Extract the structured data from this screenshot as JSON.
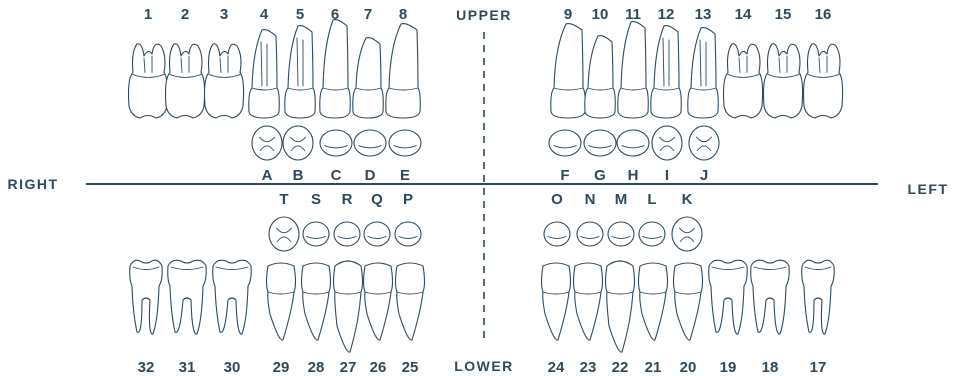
{
  "labels": {
    "upper": "UPPER",
    "lower": "LOWER",
    "right": "RIGHT",
    "left": "LEFT"
  },
  "upper_permanent": [
    "1",
    "2",
    "3",
    "4",
    "5",
    "6",
    "7",
    "8",
    "9",
    "10",
    "11",
    "12",
    "13",
    "14",
    "15",
    "16"
  ],
  "upper_primary": [
    "A",
    "B",
    "C",
    "D",
    "E",
    "F",
    "G",
    "H",
    "I",
    "J"
  ],
  "lower_primary": [
    "T",
    "S",
    "R",
    "Q",
    "P",
    "O",
    "N",
    "M",
    "L",
    "K"
  ],
  "lower_permanent": [
    "32",
    "31",
    "30",
    "29",
    "28",
    "27",
    "26",
    "25",
    "24",
    "23",
    "22",
    "21",
    "20",
    "19",
    "18",
    "17"
  ],
  "colors": {
    "ink": "#2d4a5c",
    "background": "#ffffff"
  }
}
